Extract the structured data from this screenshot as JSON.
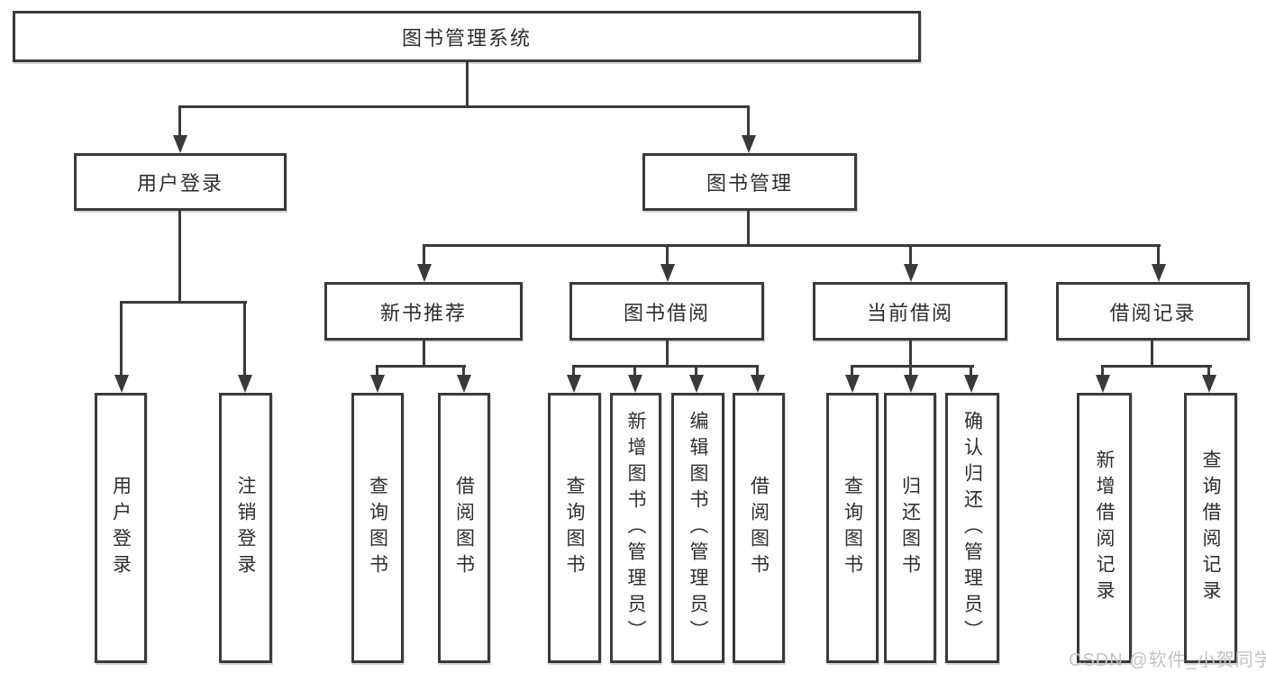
{
  "diagram": {
    "root": {
      "label": "图书管理系统"
    },
    "level2": [
      {
        "label": "用户登录"
      },
      {
        "label": "图书管理"
      }
    ],
    "level3": [
      {
        "label": "新书推荐"
      },
      {
        "label": "图书借阅"
      },
      {
        "label": "当前借阅"
      },
      {
        "label": "借阅记录"
      }
    ],
    "leaves": {
      "user_login": [
        "用户登录",
        "注销登录"
      ],
      "new_book_rec": [
        "查询图书",
        "借阅图书"
      ],
      "book_borrow": [
        "查询图书",
        "新增图书（管理员）",
        "编辑图书（管理员）",
        "借阅图书"
      ],
      "current_borrow": [
        "查询图书",
        "归还图书",
        "确认归还（管理员）"
      ],
      "borrow_records": [
        "新增借阅记录",
        "查询借阅记录"
      ]
    }
  },
  "watermark": "CSDN @软件_小贺同学",
  "colors": {
    "line": "#3a3a3a",
    "text": "#2e2e2e",
    "watermark": "#c3c3c3",
    "background": "#ffffff"
  }
}
